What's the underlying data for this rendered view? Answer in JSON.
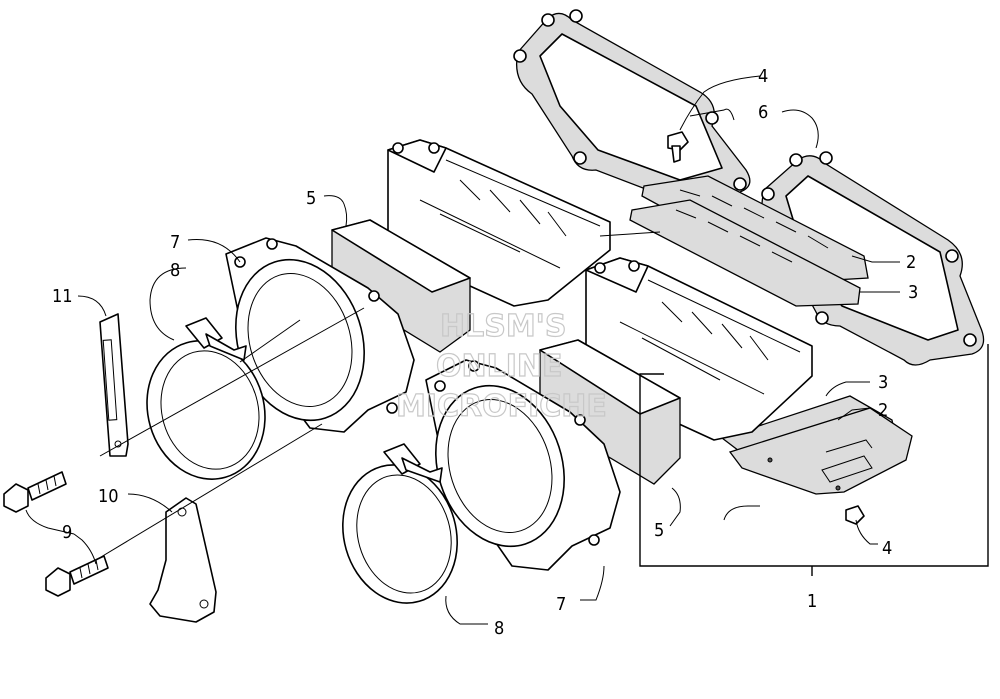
{
  "callouts": {
    "c1": "1",
    "c2a": "2",
    "c2b": "2",
    "c3a": "3",
    "c3b": "3",
    "c4a": "4",
    "c4b": "4",
    "c5a": "5",
    "c5b": "5",
    "c6": "6",
    "c7a": "7",
    "c7b": "7",
    "c8a": "8",
    "c8b": "8",
    "c9": "9",
    "c10": "10",
    "c11": "11"
  },
  "watermark": {
    "line1": "HLSM'S",
    "line2": "ONLINE",
    "line3": "MICROFICHE"
  }
}
